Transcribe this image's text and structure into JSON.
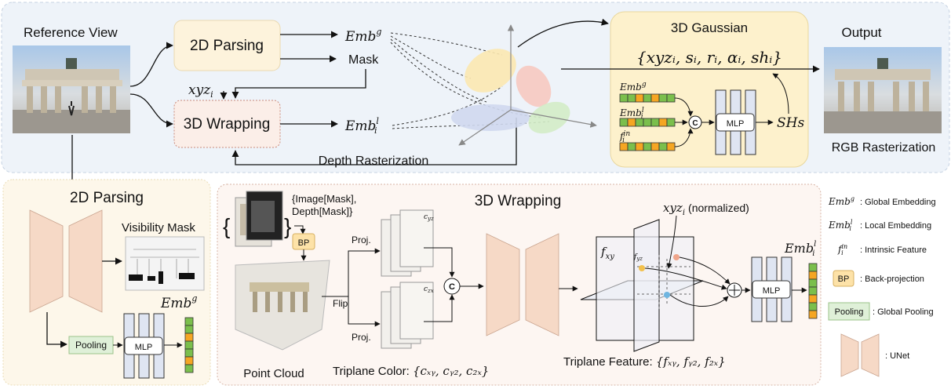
{
  "top": {
    "reference_view": "Reference View",
    "parsing_box": "2D Parsing",
    "wrapping_box": "3D Wrapping",
    "emb_g": "Emb",
    "emb_g_sup": "g",
    "mask": "Mask",
    "xyz_i": "xyz",
    "xyz_i_sub": "i",
    "emb_l": "Emb",
    "emb_l_sup": "l",
    "emb_l_sub": "i",
    "depth_rasterization": "Depth Rasterization",
    "gaussian_title": "3D Gaussian",
    "gaussian_params": "{xyzᵢ, sᵢ, rᵢ, αᵢ, shᵢ}",
    "mlp": "MLP",
    "shs": "SHs",
    "concat": "C",
    "f_in": "f",
    "f_in_sup": "in",
    "f_in_sub": "i",
    "output": "Output",
    "rgb_rasterization": "RGB Rasterization"
  },
  "parsing_panel": {
    "title": "2D Parsing",
    "visibility_mask": "Visibility Mask",
    "emb": "Emb",
    "emb_sup": "g",
    "pooling": "Pooling",
    "mlp": "MLP"
  },
  "wrapping_panel": {
    "title": "3D Wrapping",
    "image_mask_line1": "{Image[Mask],",
    "image_mask_line2": "Depth[Mask]}",
    "brace_open": "{",
    "brace_close": "}",
    "bp": "BP",
    "proj_top": "Proj.",
    "proj_bottom": "Proj.",
    "flip": "Flip",
    "point_cloud": "Point Cloud",
    "triplane_color_label": "Triplane Color: ",
    "triplane_color_set": "{cₓᵧ, cᵧ₂, c₂ₓ}",
    "c_yz": "c",
    "c_yz_sub": "yz",
    "c_zx": "c",
    "c_zx_sub": "zx",
    "xyz_normalized": "xyz",
    "xyz_normalized_sub": "i",
    "normalized_note": "(normalized)",
    "f_xy": "f",
    "f_xy_sub": "xy",
    "f_yz_small": "f",
    "f_yz_small_sub": "yz",
    "triplane_feature_label": "Triplane Feature: ",
    "triplane_feature_set": "{fₓᵧ, fᵧ₂, f₂ₓ}",
    "concat": "C",
    "mlp": "MLP",
    "emb_out": "Emb",
    "emb_out_sup": "l",
    "emb_out_sub": "i"
  },
  "legend": [
    {
      "symbol": "Emb",
      "sup": "g",
      "sub": "",
      "text": ": Global Embedding"
    },
    {
      "symbol": "Emb",
      "sup": "l",
      "sub": "i",
      "text": ": Local Embedding"
    },
    {
      "symbol": "f",
      "sup": "in",
      "sub": "i",
      "text": ": Intrinsic Feature"
    },
    {
      "symbol": "BP",
      "sup": "",
      "sub": "",
      "text": ": Back-projection"
    },
    {
      "symbol": "Pooling",
      "sup": "",
      "sub": "",
      "text": ": Global Pooling"
    },
    {
      "symbol": "",
      "sup": "",
      "sub": "",
      "text": ":  UNet"
    }
  ],
  "colors": {
    "top_panel_bg": "#eef3f9",
    "parsing_box_bg": "#fdf3dc",
    "wrapping_box_bg": "#fbeee8",
    "gaussian_bg": "#fdf1cc",
    "parsing_panel_bg": "#fdf7ea",
    "wrapping_panel_bg": "#fdf6f2",
    "unet": "#f6d9c6",
    "mlp": "#dfe5f2",
    "pooling": "#dff0d8",
    "bp": "#fde2a8",
    "feature_green": "#7bbf4c",
    "feature_orange": "#f5a623"
  }
}
